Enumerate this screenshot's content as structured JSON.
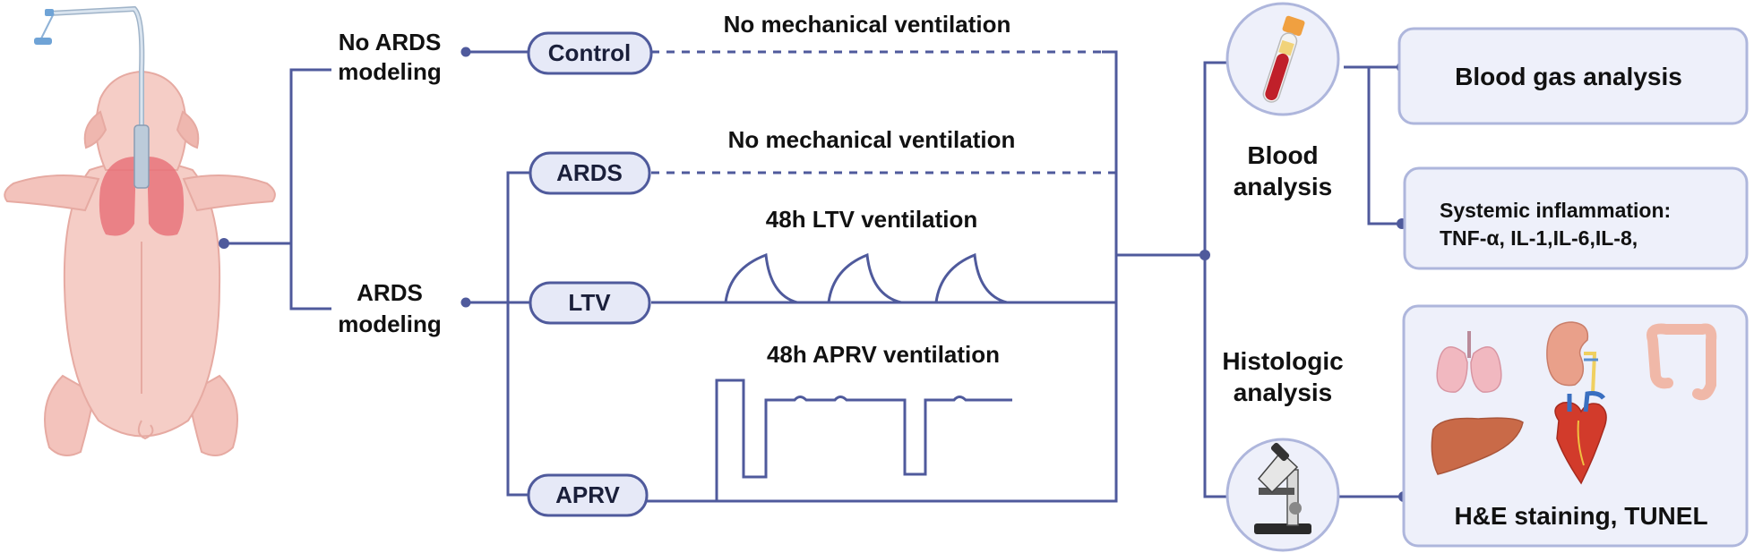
{
  "left_branches": {
    "no_ards_line1": "No ARDS",
    "no_ards_line2": "modeling",
    "ards_line1": "ARDS",
    "ards_line2": "modeling"
  },
  "groups": [
    {
      "label": "Control",
      "annotation": "No mechanical ventilation"
    },
    {
      "label": "ARDS",
      "annotation": "No mechanical ventilation"
    },
    {
      "label": "LTV",
      "annotation": "48h LTV ventilation"
    },
    {
      "label": "APRV",
      "annotation": "48h APRV ventilation"
    }
  ],
  "analysis": {
    "blood_line1": "Blood",
    "blood_line2": "analysis",
    "histo_line1": "Histologic",
    "histo_line2": "analysis"
  },
  "outcomes": {
    "blood_gas": "Blood gas analysis",
    "inflammation_line1": "Systemic inflammation:",
    "inflammation_line2": "TNF-α, IL-1,IL-6,IL-8,",
    "histology": "H&E staining, TUNEL"
  },
  "colors": {
    "line": "#4f5a9c",
    "pill_fill": "#e6e9f7",
    "box_fill": "#eef0fa",
    "box_stroke": "#aeb6dc"
  }
}
